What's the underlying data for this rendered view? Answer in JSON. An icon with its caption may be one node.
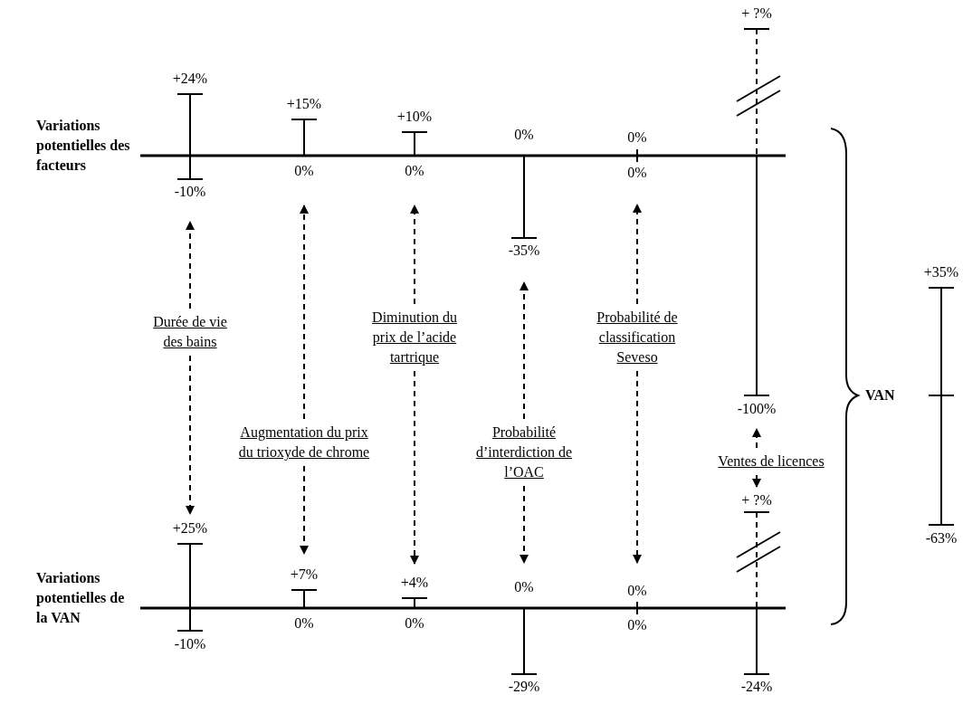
{
  "diagram": {
    "nodes": [
      {
        "text": [],
        "shape": "bar",
        "beside": [
          "+24%",
          "-10%"
        ]
      },
      {
        "text": [],
        "shape": "bar",
        "beside": [
          "+15%",
          "0%"
        ]
      },
      {
        "text": [],
        "shape": "bar",
        "beside": [
          "+10%",
          "0%"
        ]
      },
      {
        "text": [],
        "shape": "bar",
        "beside": [
          "0%",
          "-35%"
        ]
      },
      {
        "text": [],
        "shape": "bar",
        "beside": [
          "0%",
          "0%"
        ]
      },
      {
        "text": [],
        "shape": "bar",
        "beside": [
          "+ ?%",
          "-100%"
        ]
      },
      {
        "text": [
          "Durée de vie des bains"
        ]
      },
      {
        "text": [
          "Augmentation du prix du trioxyde de chrome"
        ]
      },
      {
        "text": [
          "Diminution du prix de l’acide tartrique"
        ]
      },
      {
        "text": [
          "Probabilité d’interdiction de l’OAC"
        ]
      },
      {
        "text": [
          "Probabilité de classification Seveso"
        ]
      },
      {
        "text": [
          "Ventes de licences"
        ]
      },
      {
        "text": [],
        "shape": "bar",
        "beside": [
          "+25%",
          "-10%"
        ]
      },
      {
        "text": [],
        "shape": "bar",
        "beside": [
          "+7%",
          "0%"
        ]
      },
      {
        "text": [],
        "shape": "bar",
        "beside": [
          "+4%",
          "0%"
        ]
      },
      {
        "text": [],
        "shape": "bar",
        "beside": [
          "0%",
          "-29%"
        ]
      },
      {
        "text": [],
        "shape": "bar",
        "beside": [
          "0%",
          "0%"
        ]
      },
      {
        "text": [],
        "shape": "bar",
        "beside": [
          "+ ?%",
          "-24%"
        ]
      },
      {
        "text": [],
        "shape": "bar",
        "beside": [
          "+35%",
          "-63%"
        ]
      }
    ],
    "edges": [
      {
        "from": 6,
        "to": 0,
        "arrow": "to",
        "style": "dashed"
      },
      {
        "from": 6,
        "to": 12,
        "arrow": "to",
        "style": "dashed"
      },
      {
        "from": 7,
        "to": 1,
        "arrow": "to",
        "style": "dashed"
      },
      {
        "from": 7,
        "to": 13,
        "arrow": "to",
        "style": "dashed"
      },
      {
        "from": 8,
        "to": 2,
        "arrow": "to",
        "style": "dashed"
      },
      {
        "from": 8,
        "to": 14,
        "arrow": "to",
        "style": "dashed"
      },
      {
        "from": 9,
        "to": 3,
        "arrow": "to",
        "style": "dashed"
      },
      {
        "from": 9,
        "to": 15,
        "arrow": "to",
        "style": "dashed"
      },
      {
        "from": 10,
        "to": 4,
        "arrow": "to",
        "style": "dashed"
      },
      {
        "from": 10,
        "to": 16,
        "arrow": "to",
        "style": "dashed"
      },
      {
        "from": 11,
        "to": 5,
        "arrow": "to",
        "style": "dashed"
      },
      {
        "from": 11,
        "to": 17,
        "arrow": "to",
        "style": "dashed"
      }
    ],
    "labels": [
      "Variations potentielles des facteurs",
      "VAN",
      "Variations potentielles de la VAN"
    ]
  }
}
